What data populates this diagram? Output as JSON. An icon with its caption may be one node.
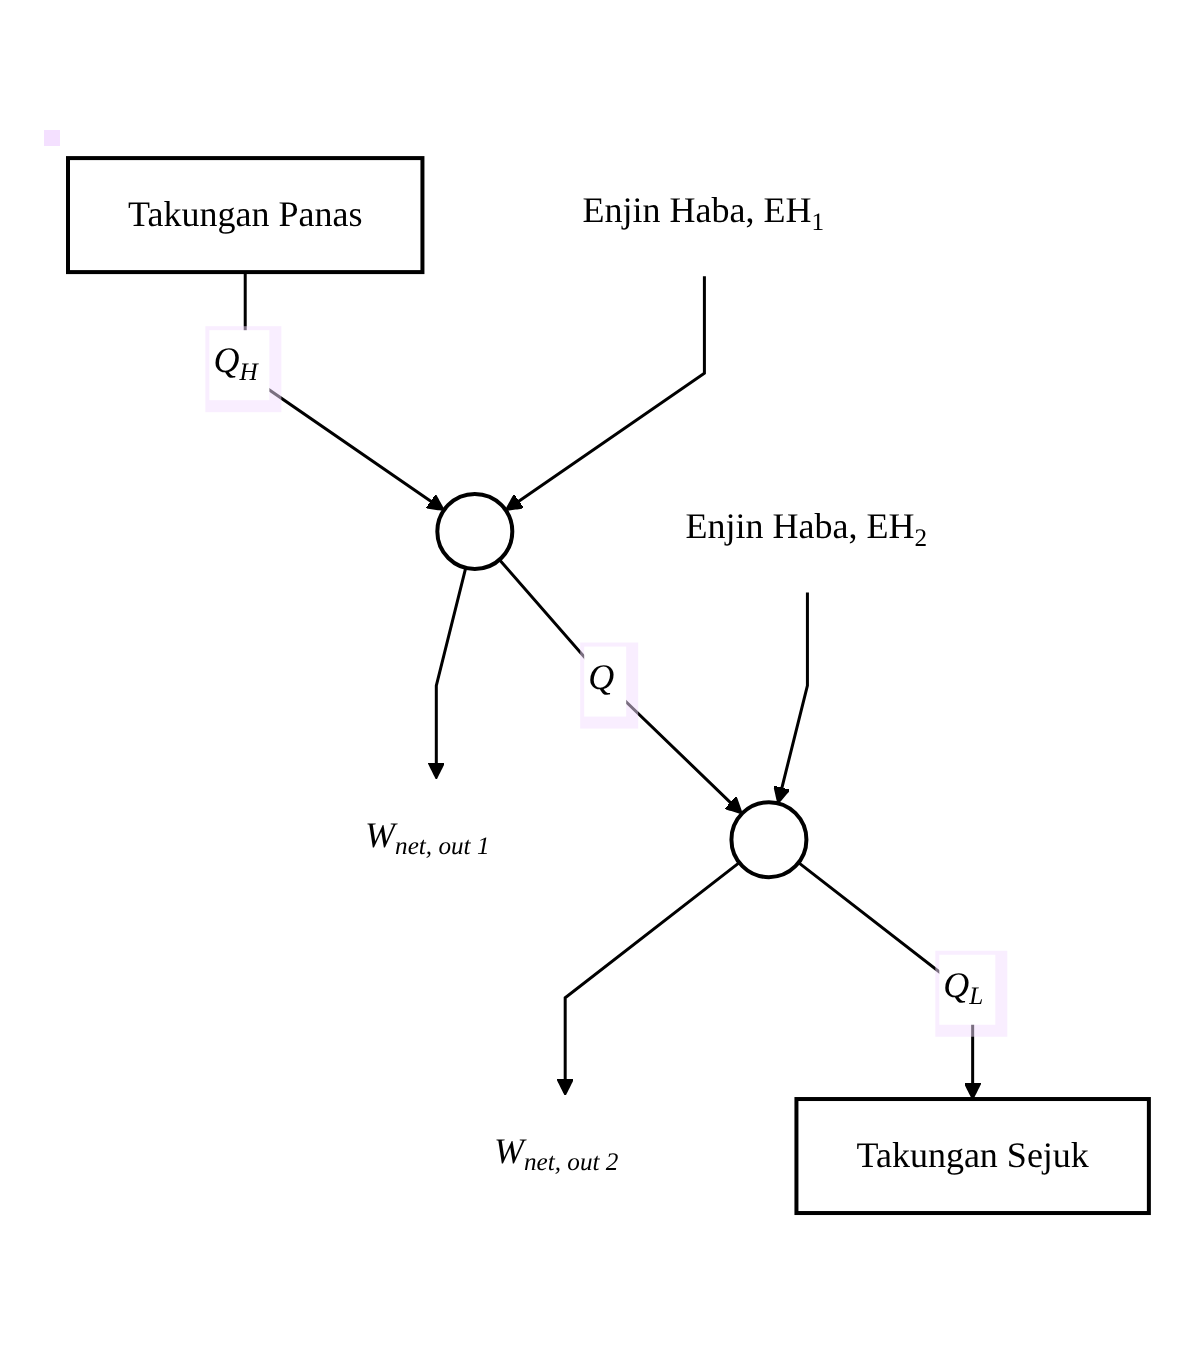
{
  "diagram": {
    "nodes": [
      {
        "text": [
          "Takungan Panas"
        ]
      },
      {
        "text": [
          "Enjin Haba, EH$_{1}$"
        ]
      },
      {
        "text": [],
        "shape": "circle"
      },
      {
        "text": [
          "W$_{net, out 1}$"
        ]
      },
      {
        "text": [
          "Enjin Haba, EH$_{2}$"
        ]
      },
      {
        "text": [],
        "shape": "circle"
      },
      {
        "text": [
          "W$_{net, out 2}$"
        ]
      },
      {
        "text": [
          "Takungan Sejuk"
        ]
      }
    ],
    "edges": [
      {
        "from": 0,
        "to": 2,
        "arrow": "to",
        "label": "Q$_{H}$"
      },
      {
        "from": 1,
        "to": 2,
        "arrow": "to"
      },
      {
        "from": 2,
        "to": 3,
        "arrow": "to"
      },
      {
        "from": 2,
        "to": 5,
        "arrow": "to",
        "label": "Q"
      },
      {
        "from": 4,
        "to": 5,
        "arrow": "to"
      },
      {
        "from": 5,
        "to": 6,
        "arrow": "to"
      },
      {
        "from": 5,
        "to": 7,
        "arrow": "to",
        "label": "Q$_{L}$"
      }
    ]
  }
}
